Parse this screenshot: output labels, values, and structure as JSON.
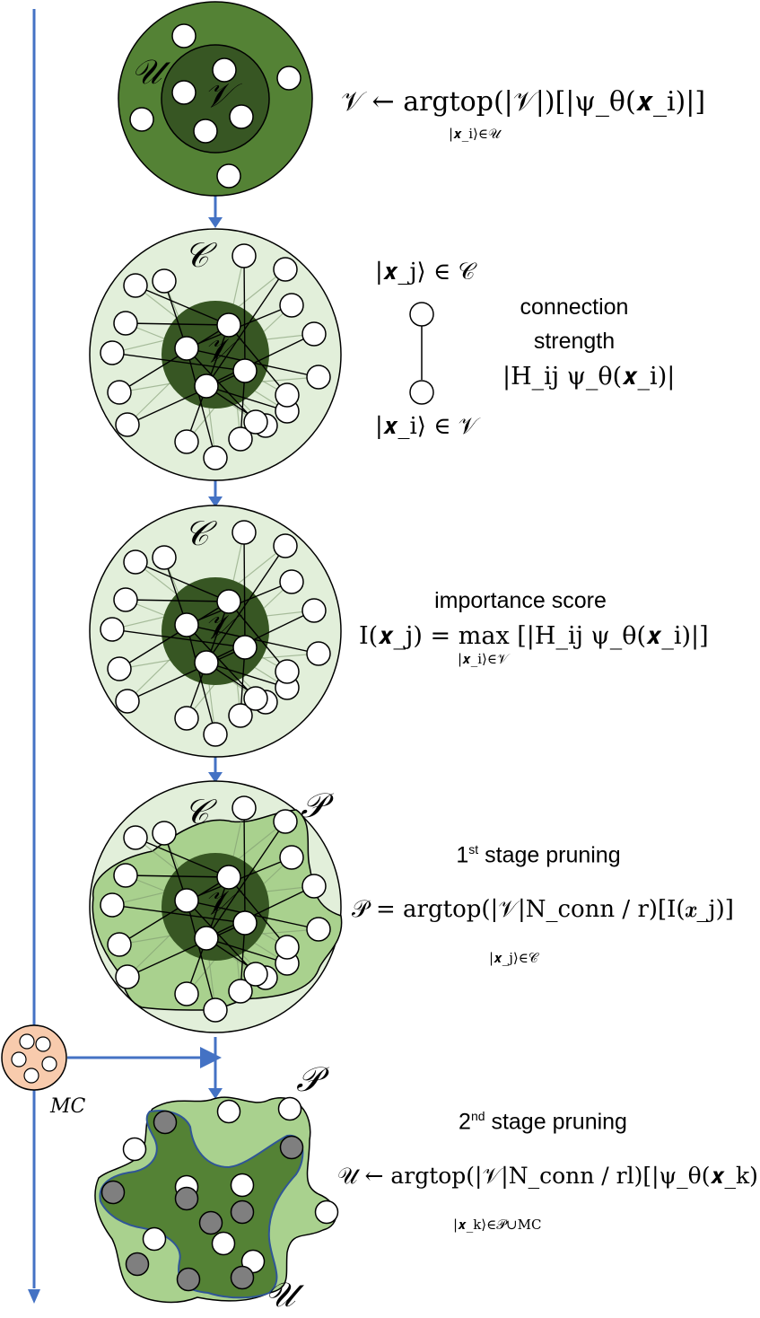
{
  "sets": {
    "U": "𝒰",
    "V": "𝒱",
    "C": "𝒞",
    "P": "𝒫"
  },
  "mc_label": "MC",
  "stage1": {
    "formula": "𝒱 ← argtop(|𝒱|)[|ψ_θ(𝒙_i)|]",
    "subscript": "|𝒙_i⟩∈𝒰"
  },
  "stage2": {
    "node_top_label": "|𝒙_j⟩ ∈ 𝒞",
    "node_bottom_label": "|𝒙_i⟩ ∈ 𝒱",
    "title_line1": "connection",
    "title_line2": "strength",
    "formula": "|H_ij ψ_θ(𝒙_i)|"
  },
  "stage3": {
    "title": "importance score",
    "formula": "I(𝒙_j) = max [|H_ij ψ_θ(𝒙_i)|]",
    "subscript": "|𝒙_i⟩∈𝒱"
  },
  "stage4": {
    "title_base": "1",
    "title_sup": "st",
    "title_rest": " stage pruning",
    "formula": "𝒫 = argtop(|𝒱|N_conn / r)[I(𝒙_j)]",
    "subscript": "|𝒙_j⟩∈𝒞"
  },
  "stage5": {
    "title_base": "2",
    "title_sup": "nd",
    "title_rest": "  stage pruning",
    "formula": "𝒰 ← argtop(|𝒱|N_conn / rl)[|ψ_θ(𝒙_k)|]",
    "subscript": "|𝒙_k⟩∈𝒫∪MC"
  },
  "colors": {
    "flow_arrow": "#4472c4",
    "u_circle": "#548235",
    "v_dark": "#375623",
    "c_light": "#e2efda",
    "p_region": "#a9d18e",
    "u_region": "#548235",
    "mc_fill": "#f8cbad",
    "grey_node": "#7f7f7f"
  }
}
